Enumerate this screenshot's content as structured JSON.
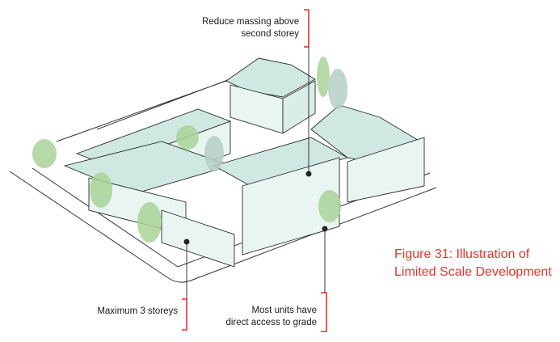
{
  "figure": {
    "caption_line1": "Figure 31:  Illustration of",
    "caption_line2": "Limited Scale Development",
    "accent_color": "#e4322b"
  },
  "callouts": {
    "massing_line1": "Reduce massing above",
    "massing_line2": "second storey",
    "storeys": "Maximum 3 storeys",
    "grade_line1": "Most units have",
    "grade_line2": "direct access to grade"
  },
  "palette": {
    "roof": "#cfe9e2",
    "wall": "#e9f5f1",
    "tree": "#a9d49a",
    "outline": "#2b2b2b"
  }
}
